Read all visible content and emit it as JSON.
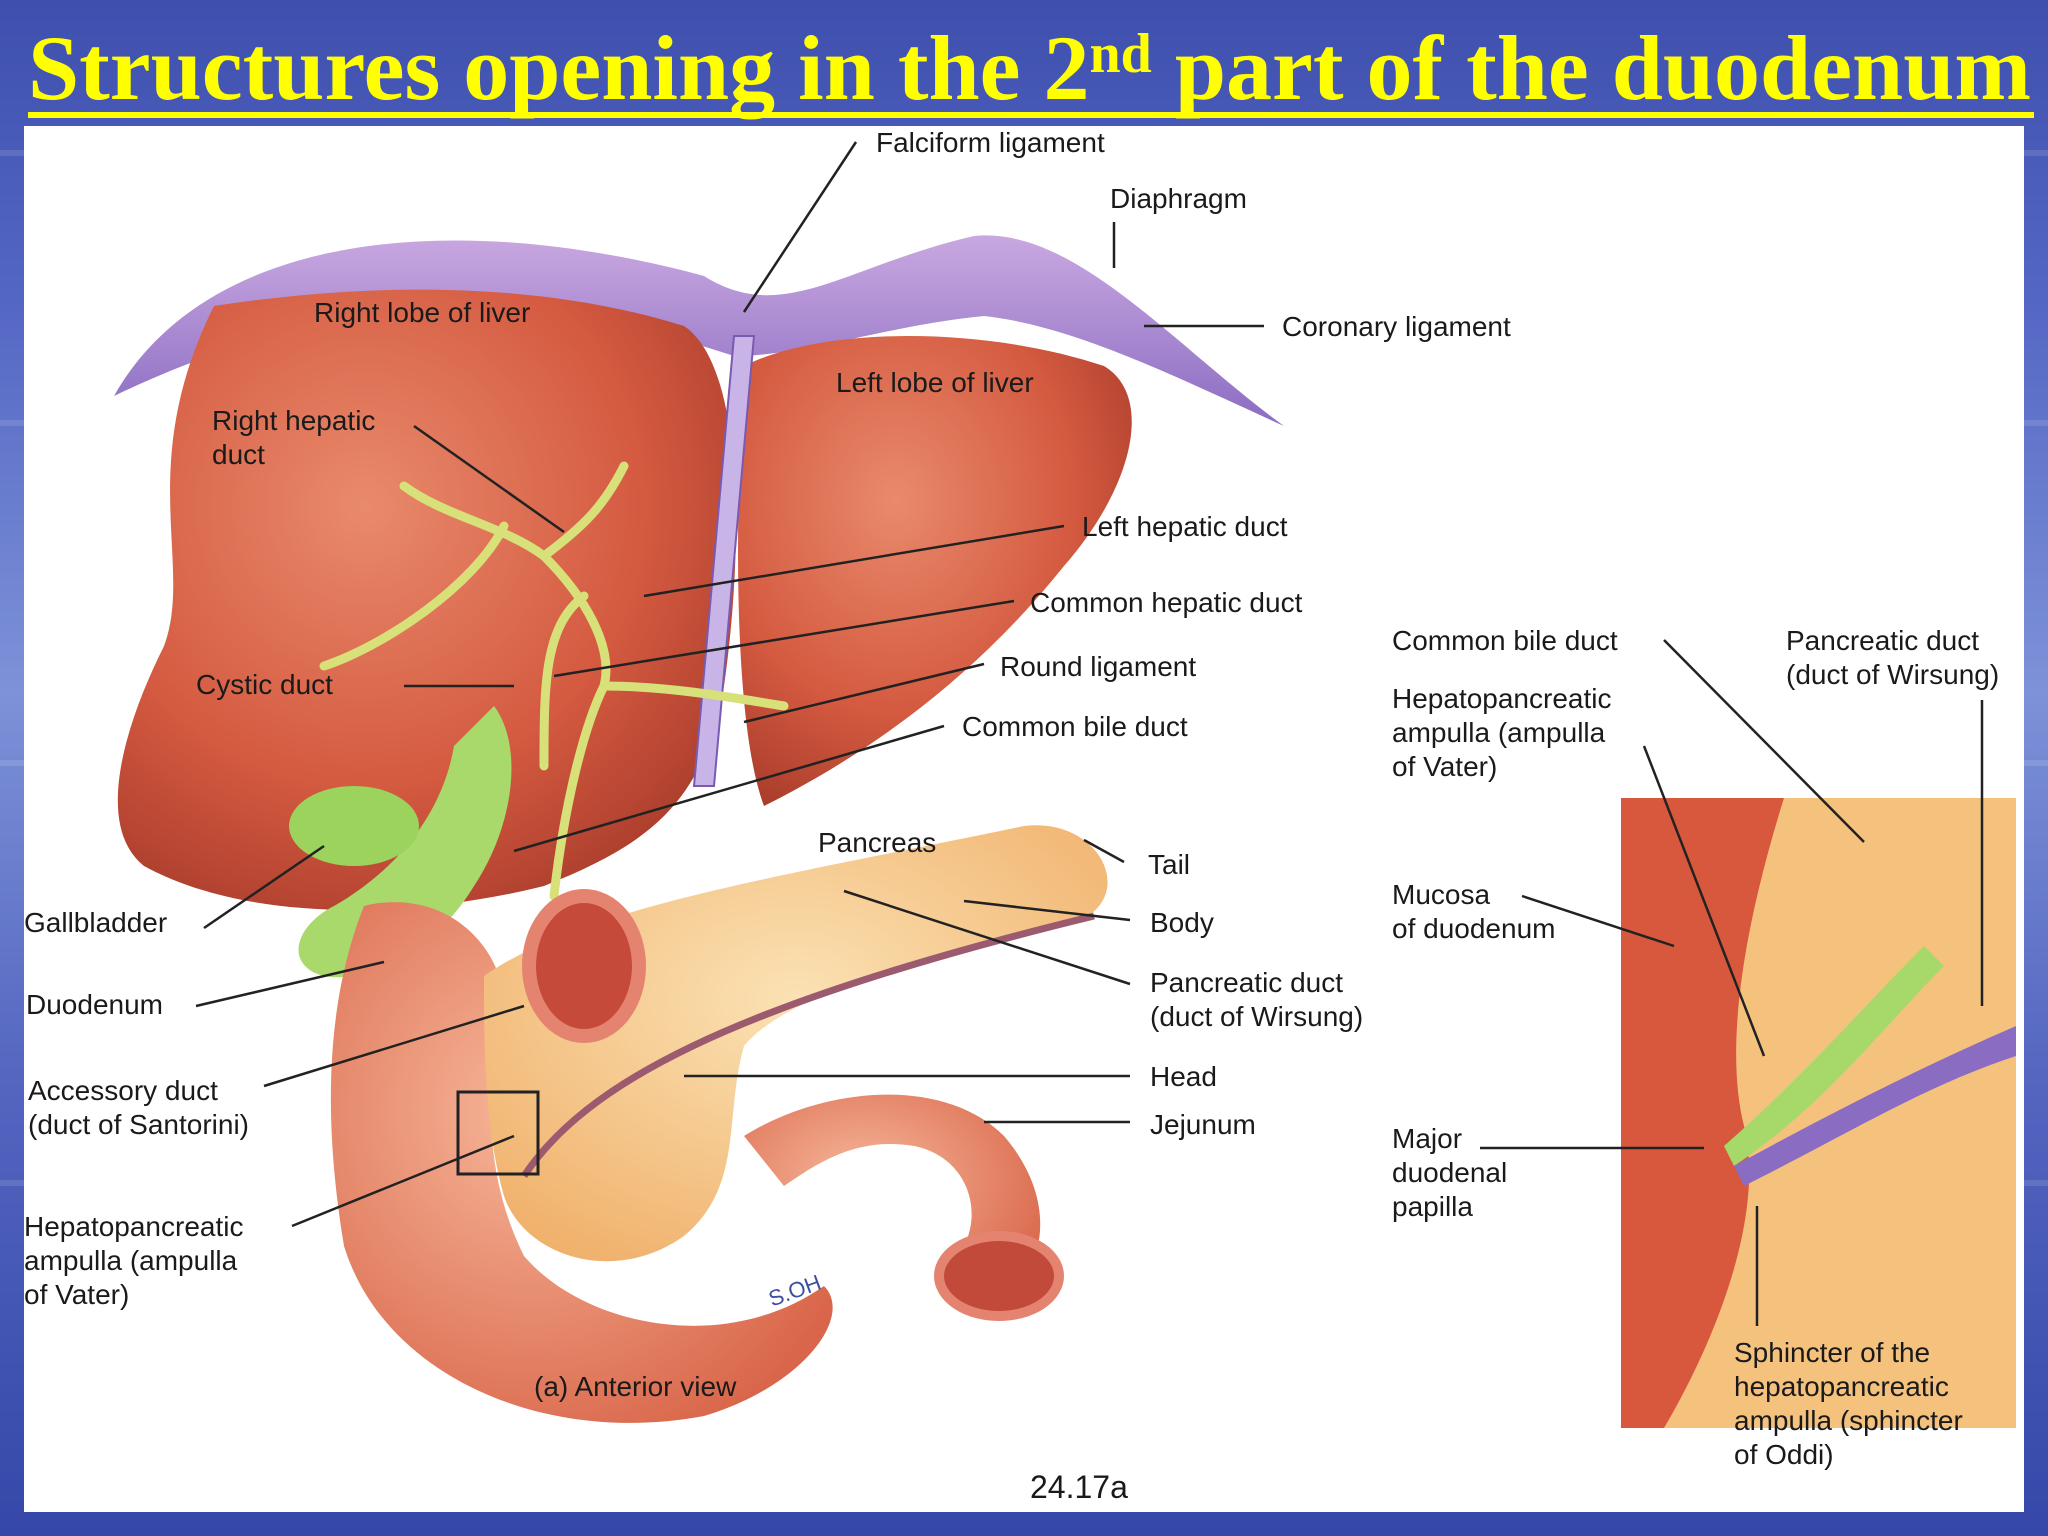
{
  "slide": {
    "title_main": "Structures opening in the 2",
    "title_sup": "nd",
    "title_rest": "  part of the duodenum"
  },
  "figure": {
    "labels": {
      "falciform": "Falciform ligament",
      "diaphragm": "Diaphragm",
      "coronary": "Coronary ligament",
      "right_lobe": "Right lobe of liver",
      "left_lobe": "Left lobe of liver",
      "right_hepatic": "Right hepatic\nduct",
      "left_hepatic": "Left hepatic duct",
      "common_hepatic": "Common hepatic duct",
      "cystic": "Cystic duct",
      "round_lig": "Round ligament",
      "cbd_main": "Common bile duct",
      "pancreas": "Pancreas",
      "tail": "Tail",
      "body": "Body",
      "panc_duct_main": "Pancreatic duct\n(duct of Wirsung)",
      "head": "Head",
      "jejunum": "Jejunum",
      "gallbladder": "Gallbladder",
      "duodenum": "Duodenum",
      "accessory": "Accessory duct\n(duct of Santorini)",
      "ampulla_main": "Hepatopancreatic\nampulla (ampulla\nof Vater)",
      "anterior_view": "(a) Anterior view",
      "fig_number": "24.17a",
      "artist": "S.OH",
      "cbd_inset": "Common bile duct",
      "ampulla_inset": "Hepatopancreatic\nampulla (ampulla\nof Vater)",
      "panc_duct_inset": "Pancreatic duct\n(duct of Wirsung)",
      "mucosa": "Mucosa\nof duodenum",
      "major_papilla": "Major\nduodenal\npapilla",
      "sphincter": "Sphincter of the\nhepatopancreatic\nampulla (sphincter\nof Oddi)"
    }
  }
}
